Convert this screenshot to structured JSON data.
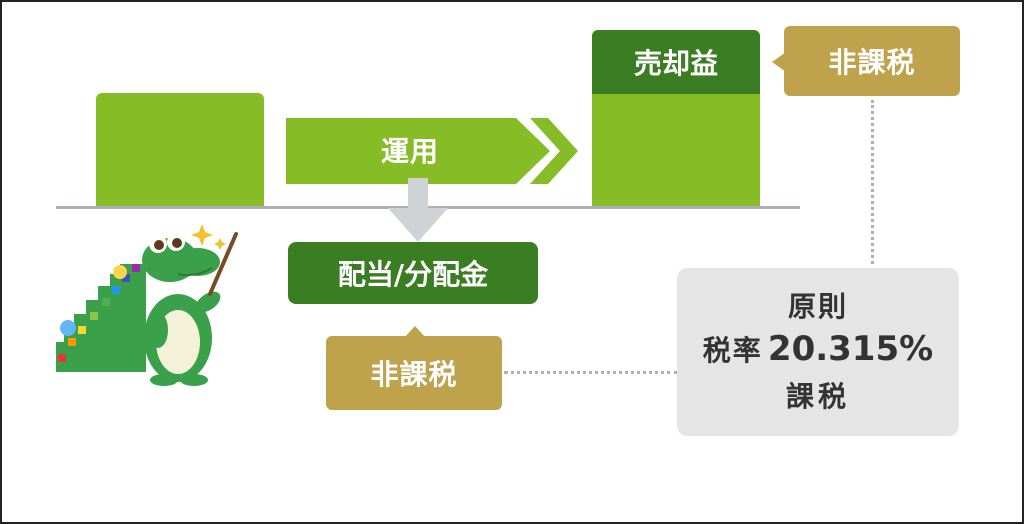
{
  "diagram": {
    "unyou_label": "運用",
    "baikyaku_label": "売却益",
    "haitou_label": "配当/分配金",
    "hikazei_top": "非課税",
    "hikazei_bottom": "非課税",
    "tax_box": {
      "line1": "原則",
      "rate_prefix": "税率",
      "rate_value": "20.315%",
      "line3": "課税"
    }
  },
  "colors": {
    "light_green": "#86bc25",
    "dark_green": "#3b7d23",
    "gold": "#bfa24c",
    "gray_box": "#e5e5e5"
  }
}
